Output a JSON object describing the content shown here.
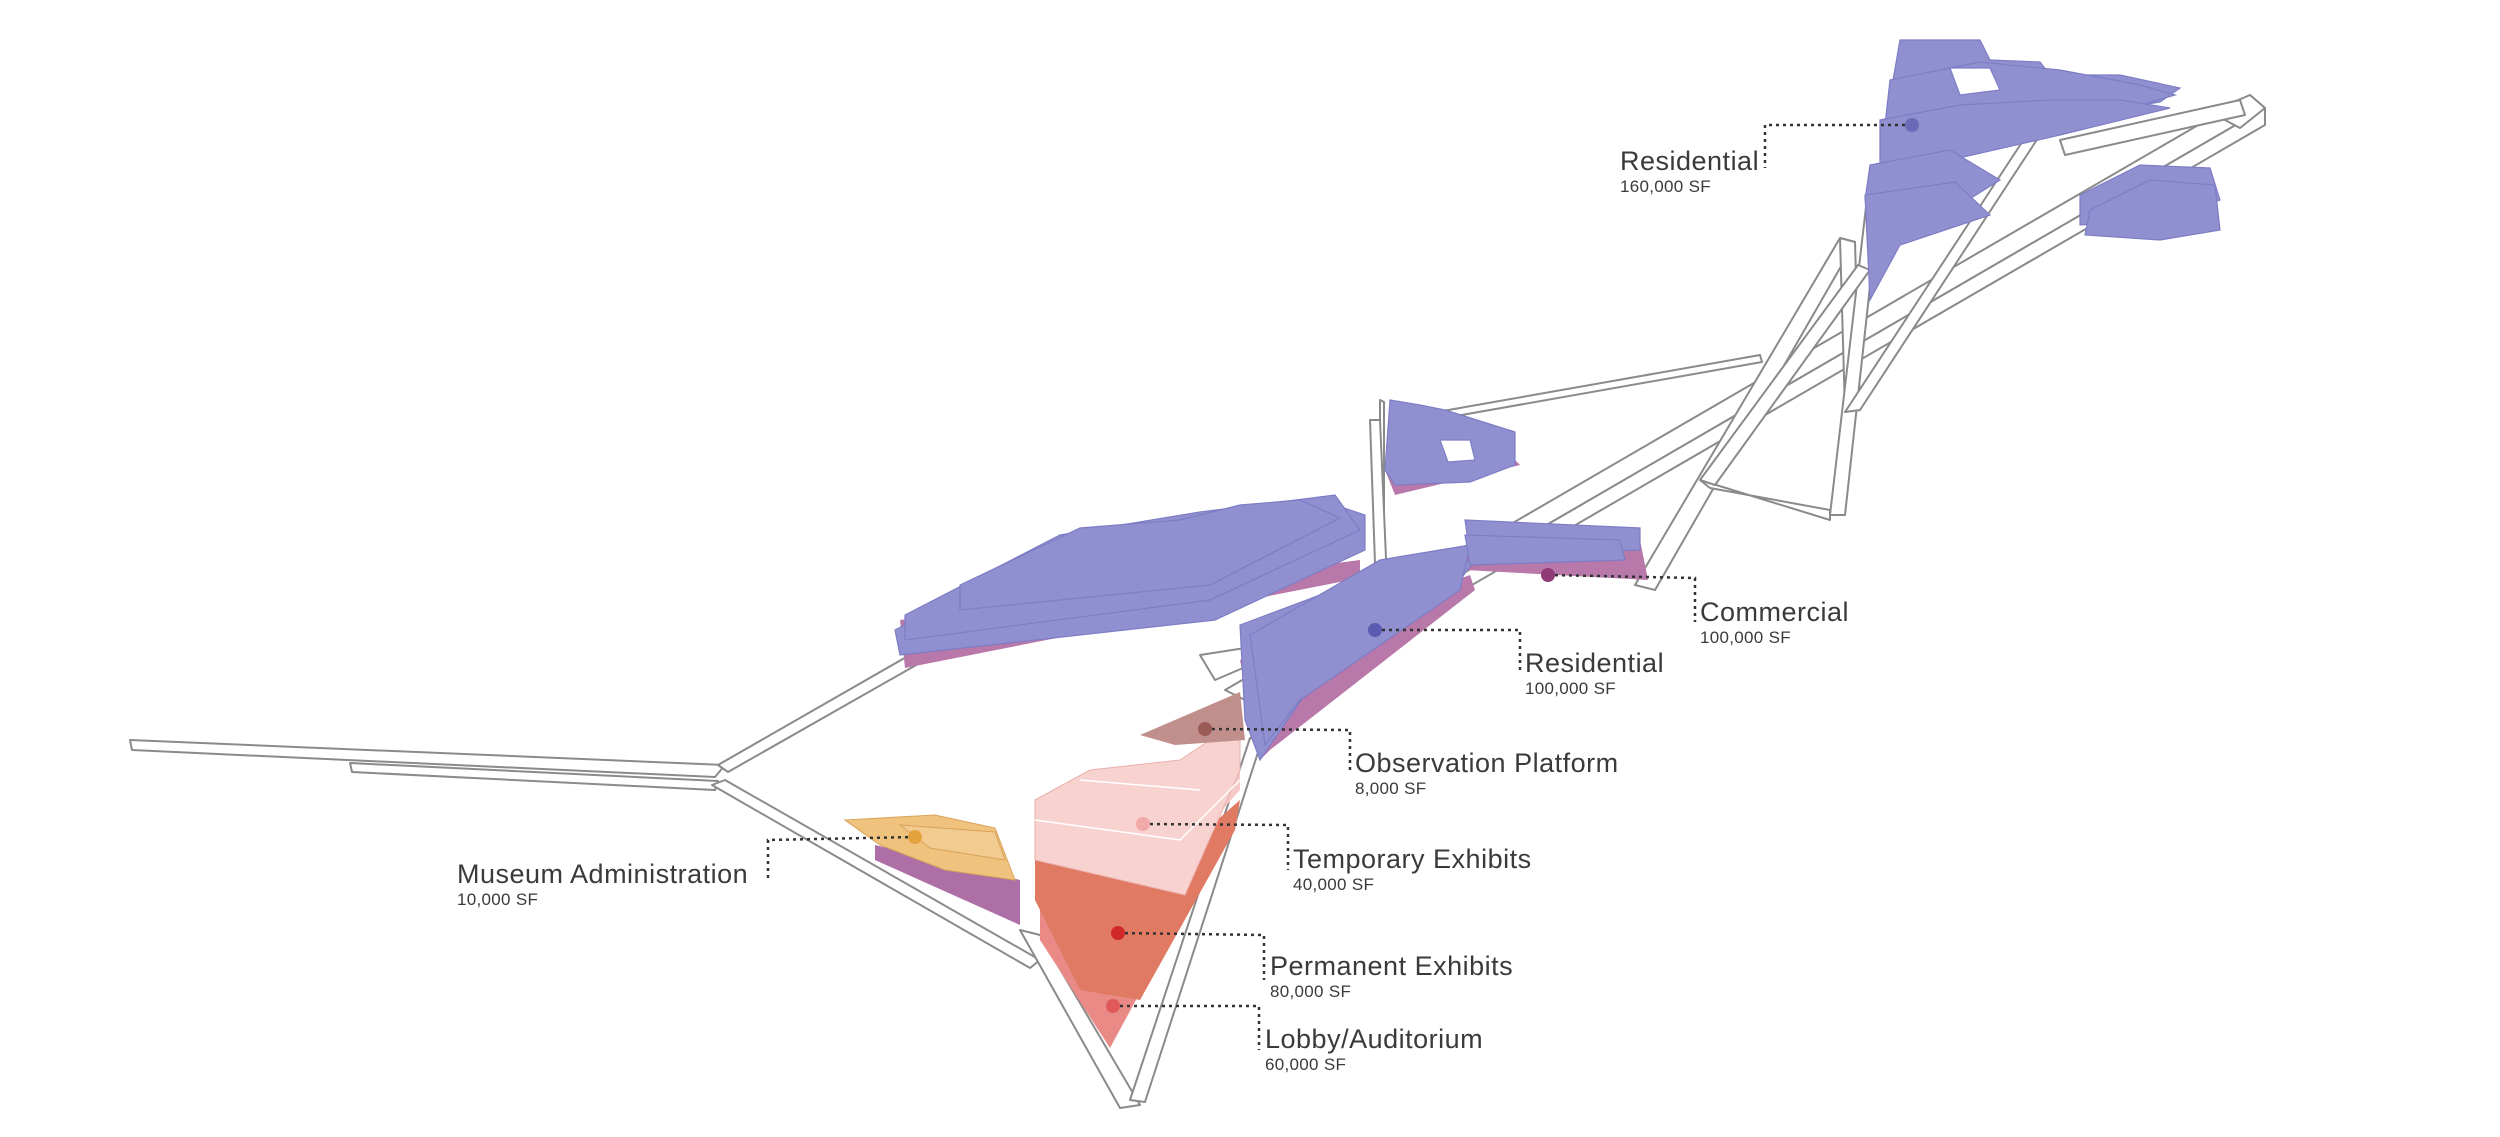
{
  "colors": {
    "residential": "#9090d0",
    "residential_edge": "#7a7ac4",
    "commercial": "#b878aa",
    "observation": "#c08f8c",
    "temporary": "#f6c9c6",
    "permanent": "#e07a63",
    "lobby": "#ea8a86",
    "administration": "#efc27e",
    "administration_base": "#ad6fa6",
    "structure_stroke": "#8a8a8a",
    "leader": "#333333"
  },
  "labels": [
    {
      "id": "residential-top",
      "name": "Residential",
      "area": "160,000 SF",
      "dot": "#6a6ab8"
    },
    {
      "id": "commercial",
      "name": "Commercial",
      "area": "100,000 SF",
      "dot": "#8e3a74"
    },
    {
      "id": "residential-mid",
      "name": "Residential",
      "area": "100,000 SF",
      "dot": "#5a5ab0"
    },
    {
      "id": "observation-platform",
      "name": "Observation Platform",
      "area": "8,000 SF",
      "dot": "#9a5a56"
    },
    {
      "id": "temporary-exhibits",
      "name": "Temporary Exhibits",
      "area": "40,000 SF",
      "dot": "#f0a9a6"
    },
    {
      "id": "museum-administration",
      "name": "Museum Administration",
      "area": "10,000 SF",
      "dot": "#e4a23c"
    },
    {
      "id": "permanent-exhibits",
      "name": "Permanent Exhibits",
      "area": "80,000 SF",
      "dot": "#d02828"
    },
    {
      "id": "lobby-auditorium",
      "name": "Lobby/Auditorium",
      "area": "60,000 SF",
      "dot": "#e05a5a"
    }
  ]
}
